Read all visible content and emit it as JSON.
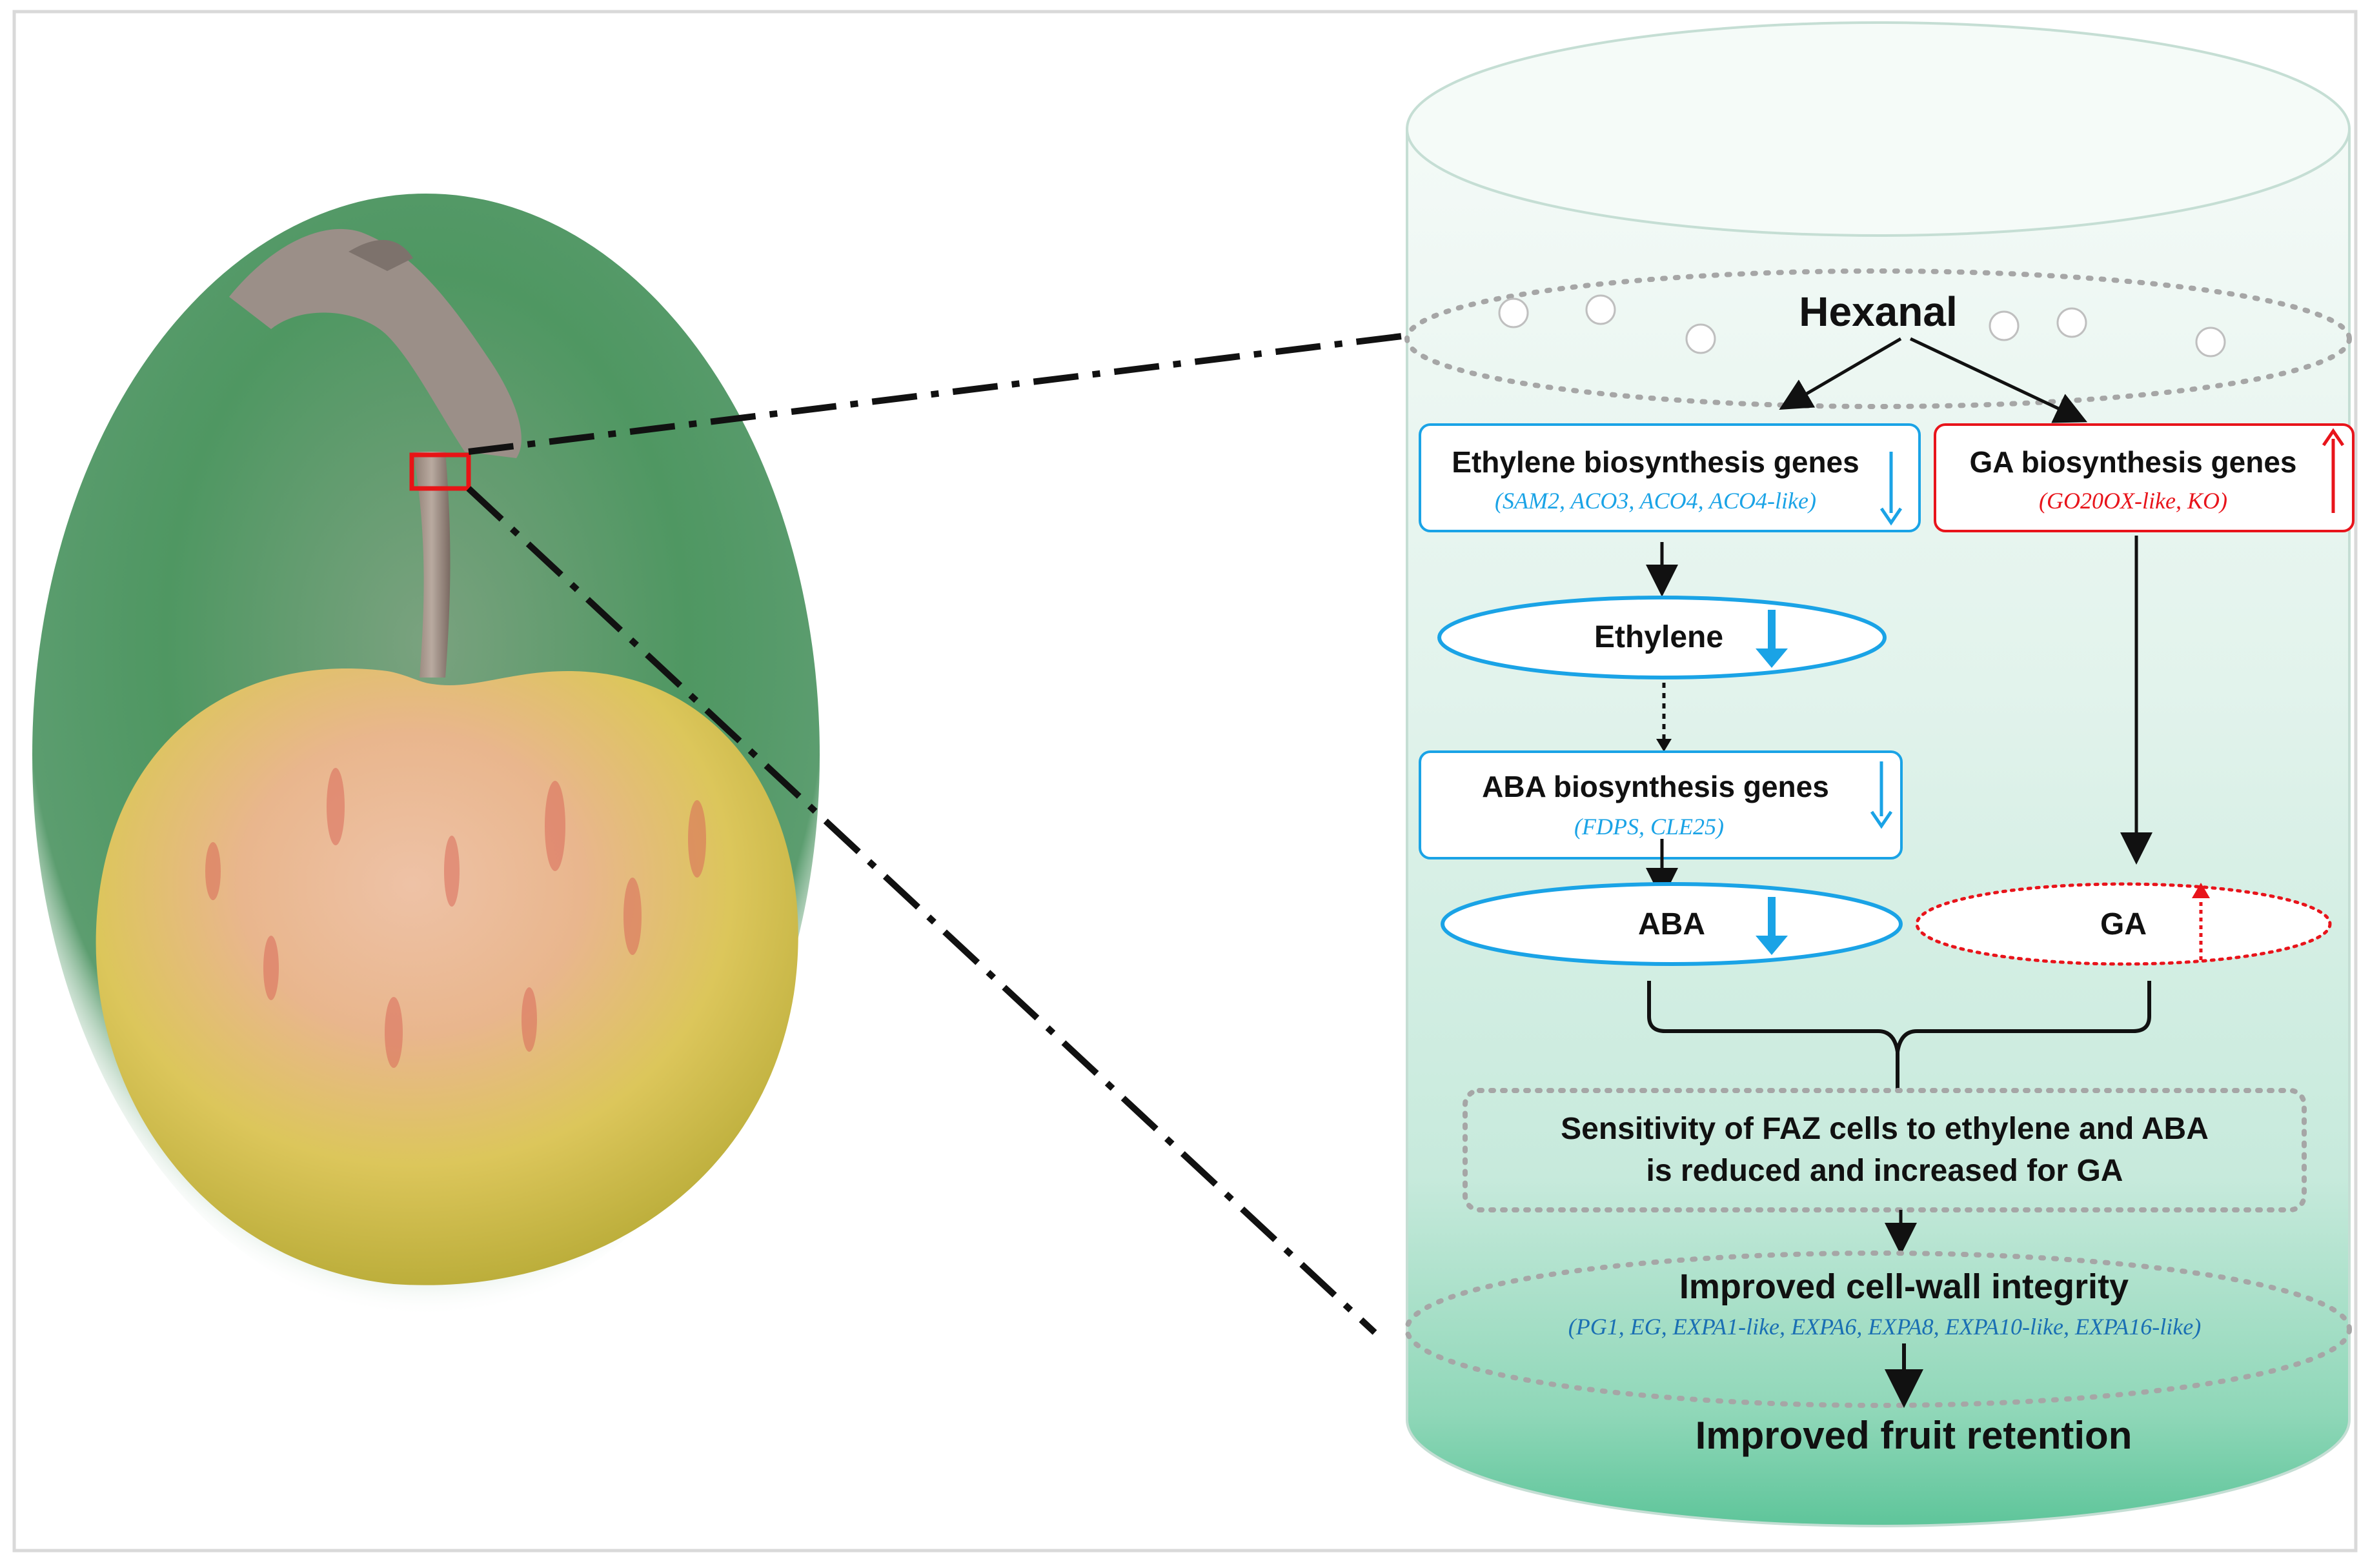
{
  "diagram": {
    "top_compound": "Hexanal",
    "ethylene_genes": {
      "title": "Ethylene biosynthesis genes",
      "genes": "(SAM2, ACO3, ACO4, ACO4-like)",
      "trend": "down"
    },
    "ga_genes": {
      "title": "GA biosynthesis genes",
      "genes": "(GO20OX-like, KO)",
      "trend": "up"
    },
    "ethylene": {
      "label": "Ethylene",
      "trend": "down"
    },
    "aba_genes": {
      "title": "ABA biosynthesis genes",
      "genes": "(FDPS, CLE25)",
      "trend": "down"
    },
    "aba": {
      "label": "ABA",
      "trend": "down"
    },
    "ga": {
      "label": "GA",
      "trend": "up"
    },
    "sensitivity": {
      "line1": "Sensitivity of  FAZ cells to ethylene and ABA",
      "line2": "is reduced and increased for GA"
    },
    "cell_wall": {
      "title": "Improved cell-wall integrity",
      "genes": "(PG1, EG,  EXPA1-like, EXPA6, EXPA8, EXPA10-like, EXPA16-like)"
    },
    "outcome": "Improved  fruit retention"
  },
  "colors": {
    "down": "#1aa3e6",
    "up": "#e8141b",
    "connector": "#111111",
    "dotted_outline": "#a6a6a6",
    "cylinder_fill_top": "#eef7f3",
    "cylinder_fill_bottom": "#63c9a1",
    "apple_background": "#3f8c56",
    "magnifier_box": "#e81416"
  }
}
